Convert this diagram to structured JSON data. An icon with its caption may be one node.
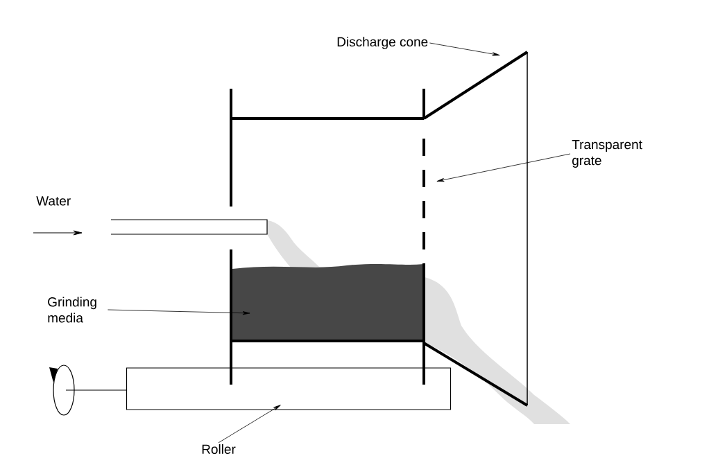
{
  "diagram": {
    "nodes": [
      {
        "text": [
          "Discharge cone"
        ]
      },
      {
        "text": [
          "Transparent grate"
        ]
      },
      {
        "text": [
          "Water"
        ]
      },
      {
        "text": [
          "Grinding media"
        ]
      },
      {
        "text": [
          "Roller"
        ]
      },
      {
        "text": [],
        "shape": "box"
      }
    ],
    "edges": [
      {
        "from": 0,
        "to": null,
        "arrow": "to"
      },
      {
        "from": 1,
        "to": null,
        "arrow": "to"
      },
      {
        "from": 3,
        "to": null,
        "arrow": "to"
      },
      {
        "from": 4,
        "to": 5,
        "arrow": "to"
      }
    ]
  }
}
